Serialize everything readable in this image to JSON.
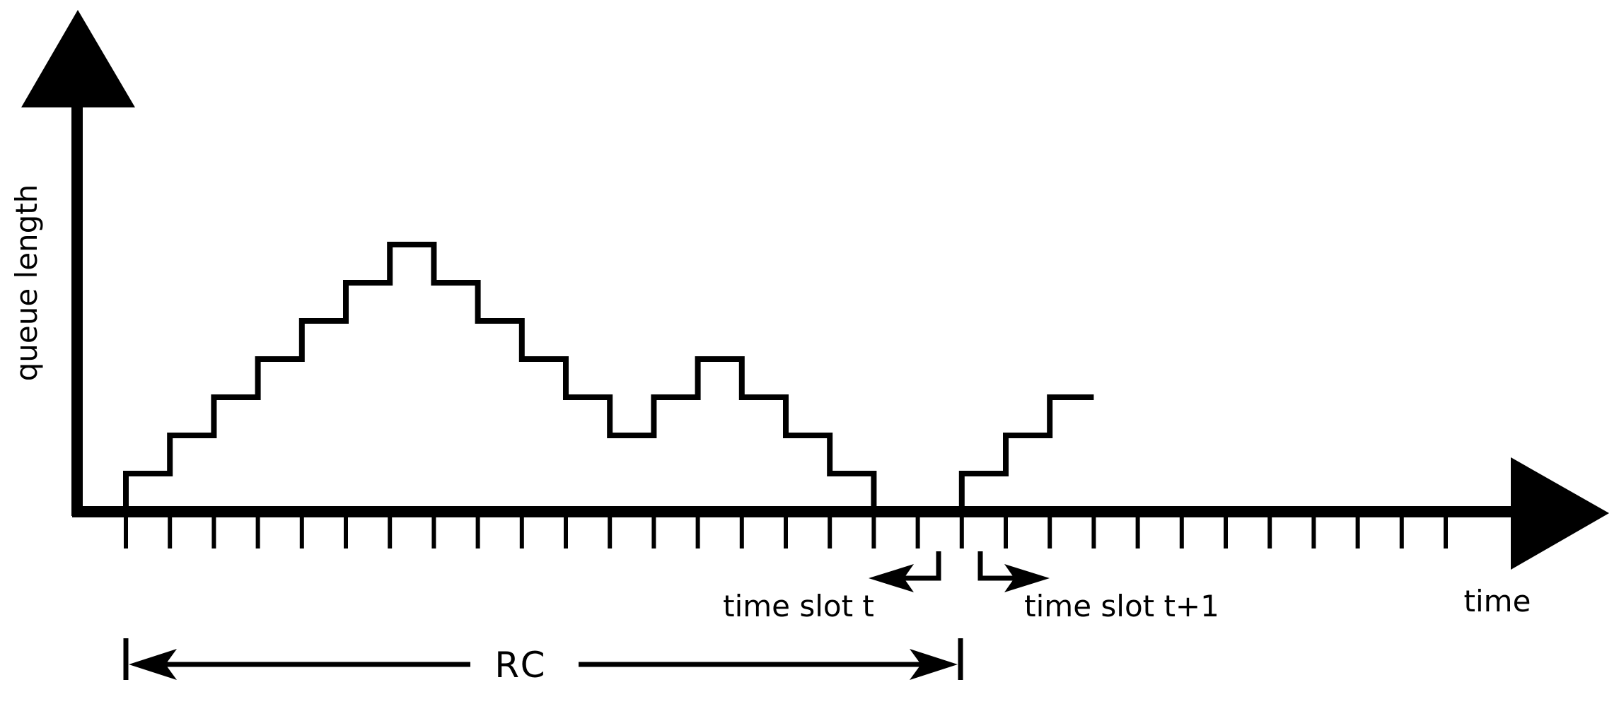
{
  "labels": {
    "y_axis": "queue length",
    "x_axis": "time",
    "slot_t": "time slot t",
    "slot_t1": "time slot t+1",
    "rc": "RC"
  },
  "queue_levels": [
    1,
    2,
    3,
    4,
    5,
    6,
    7,
    6,
    5,
    4,
    3,
    2,
    3,
    4,
    3,
    2,
    1,
    0,
    0,
    1,
    2,
    3
  ],
  "tick_count": 31,
  "colors": {
    "ink": "#000000",
    "background": "#ffffff"
  }
}
